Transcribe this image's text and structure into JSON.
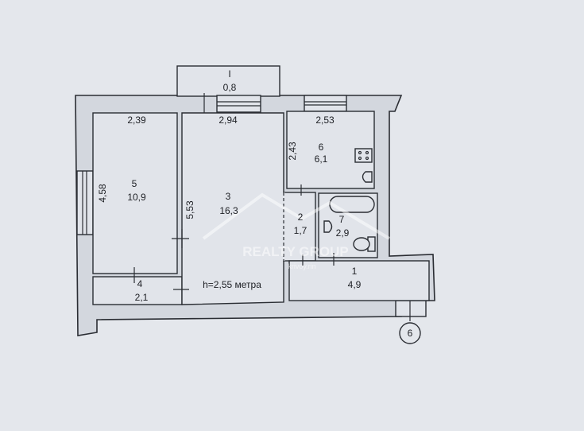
{
  "plan": {
    "ceiling_height": "h=2,55 метра",
    "apartment_mark": "6",
    "rooms": [
      {
        "number": "1",
        "area": "4,9"
      },
      {
        "number": "2",
        "area": "1,7"
      },
      {
        "number": "3",
        "area": "16,3"
      },
      {
        "number": "4",
        "area": "2,1"
      },
      {
        "number": "5",
        "area": "10,9"
      },
      {
        "number": "6",
        "area": "6,1"
      },
      {
        "number": "7",
        "area": "2,9"
      },
      {
        "number": "I",
        "area": "0,8"
      }
    ],
    "dimensions": {
      "room5_width": "2,39",
      "room3_width": "2,94",
      "room6_width": "2,53",
      "room5_length": "4,58",
      "room3_length": "5,53",
      "room6_length": "2,43"
    }
  },
  "watermark": {
    "brand": "REALTY GROUP",
    "site": "krivoy.rin"
  }
}
